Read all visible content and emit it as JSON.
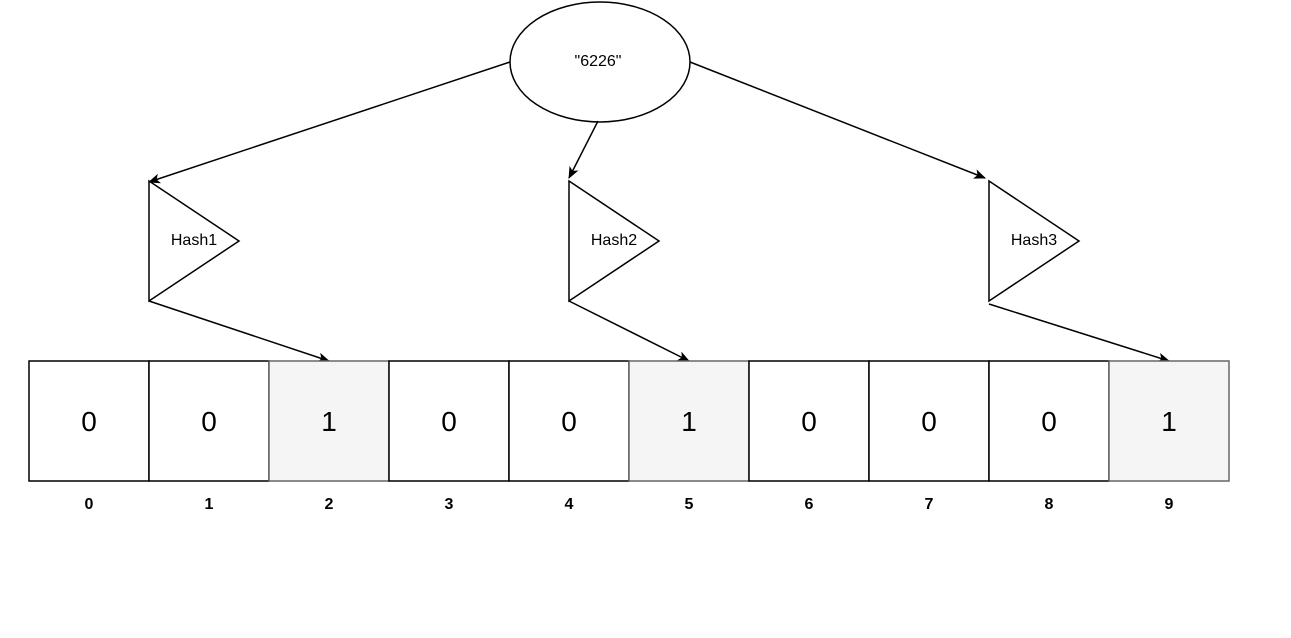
{
  "input_node": {
    "label": "\"6226\""
  },
  "hash_functions": [
    {
      "label": "Hash1",
      "target_index": 2
    },
    {
      "label": "Hash2",
      "target_index": 5
    },
    {
      "label": "Hash3",
      "target_index": 9
    }
  ],
  "bit_array": {
    "values": [
      "0",
      "0",
      "1",
      "0",
      "0",
      "1",
      "0",
      "0",
      "0",
      "1"
    ],
    "indices": [
      "0",
      "1",
      "2",
      "3",
      "4",
      "5",
      "6",
      "7",
      "8",
      "9"
    ]
  },
  "colors": {
    "stroke": "#000000",
    "set_bit_fill": "#f5f5f5",
    "set_bit_stroke": "#666666",
    "unset_bit_fill": "#ffffff"
  }
}
